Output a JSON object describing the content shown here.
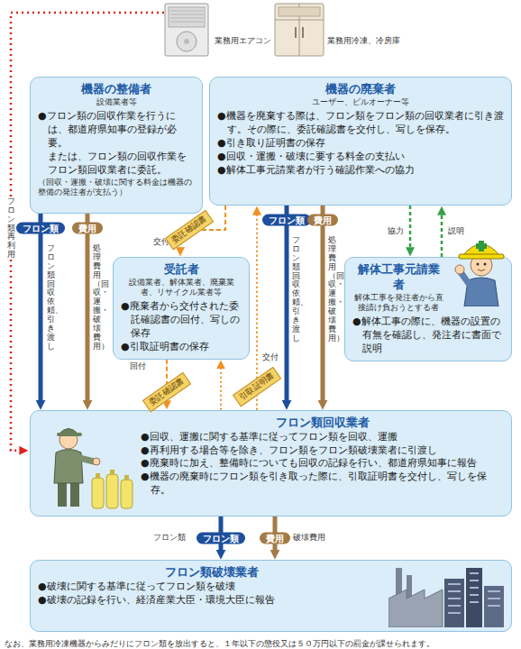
{
  "diagram": {
    "nodes": [
      {
        "text": [
          "機器の整備者",
          "設備業者等",
          "●フロン類の回収作業を行うには、都道府県知事の登録が必要。",
          "または、フロン類の回収作業をフロン類回収業者に委託。",
          "（回収・運搬・破壊に関する料金は機器の整備の発注者が支払う）"
        ]
      },
      {
        "text": [
          "機器の廃棄者",
          "ユーザー、ビルオーナー等",
          "●機器を廃棄する際は、フロン類をフロン類の回収業者に引き渡す。その際に、委託確認書を交付し、写しを保存。",
          "●引き取り証明書の保存",
          "●回収・運搬・破壊に要する料金の支払い",
          "●解体工事元請業者が行う確認作業への協力"
        ]
      },
      {
        "text": [
          "受託者",
          "設備業者、解体業者、廃棄業者、リサイクル業者等",
          "●廃棄者から交付された委託確認書の回付、写しの保存",
          "●引取証明書の保存"
        ]
      },
      {
        "text": [
          "解体工事元請業者",
          "解体工事を発注者から直接請け負おうとする者",
          "●解体工事の際に、機器の設置の有無を確認し、発注者に書面で説明"
        ]
      },
      {
        "text": [
          "フロン類回収業者",
          "●回収、運搬に関する基準に従ってフロン類を回収、運搬",
          "●再利用する場合等を除き、フロン類をフロン類破壊業者に引渡し",
          "●廃棄時に加え、整備時についても回収の記録を行い、都道府県知事に報告",
          "●機器の廃棄時にフロン類を引き取った際に、引取証明書を交付し、写しを保存。"
        ]
      },
      {
        "text": [
          "フロン類破壊業者",
          "●破壊に関する基準に従ってフロン類を破壊",
          "●破壊の記録を行い、経済産業大臣・環境大臣に報告"
        ]
      }
    ],
    "edges": [
      {
        "from": 0,
        "to": 4,
        "arrow": "to",
        "label": "フロン類"
      },
      {
        "from": 0,
        "to": 4,
        "arrow": "to",
        "label": "費用"
      },
      {
        "from": 1,
        "to": 2,
        "arrow": "to",
        "label": "委託確認書"
      },
      {
        "from": 2,
        "to": 4,
        "arrow": "to",
        "label": "委託確認書"
      },
      {
        "from": 4,
        "to": 2,
        "arrow": "to"
      },
      {
        "from": 4,
        "to": 1,
        "arrow": "to",
        "label": "引取証明書"
      },
      {
        "from": 1,
        "to": 4,
        "arrow": "to",
        "label": "フロン類"
      },
      {
        "from": 1,
        "to": 4,
        "arrow": "to",
        "label": "費用"
      },
      {
        "from": 1,
        "to": 3,
        "arrow": "to",
        "label": "協力"
      },
      {
        "from": 3,
        "to": 1,
        "arrow": "to",
        "label": "説明"
      },
      {
        "from": 4,
        "to": 5,
        "arrow": "to",
        "label": "フロン類"
      },
      {
        "from": 4,
        "to": 5,
        "arrow": "to",
        "label": "費用"
      }
    ],
    "labels": [
      "業務用エアコン",
      "業務用冷凍、冷房庫",
      "フロン類再利用",
      "フロン類回収依頼、引き渡し",
      "処理費用（回収・運搬・破壊費用）",
      "交付",
      "フロン類回収依頼、引き渡し",
      "処理費用（回収・運搬・破壊費用）",
      "回付",
      "交付",
      "フロン類",
      "破壊費用",
      "なお、業務用冷凍機器からみだりにフロン類を放出すると、１年以下の懲役又は５０万円以下の罰金が課せられます。"
    ]
  }
}
